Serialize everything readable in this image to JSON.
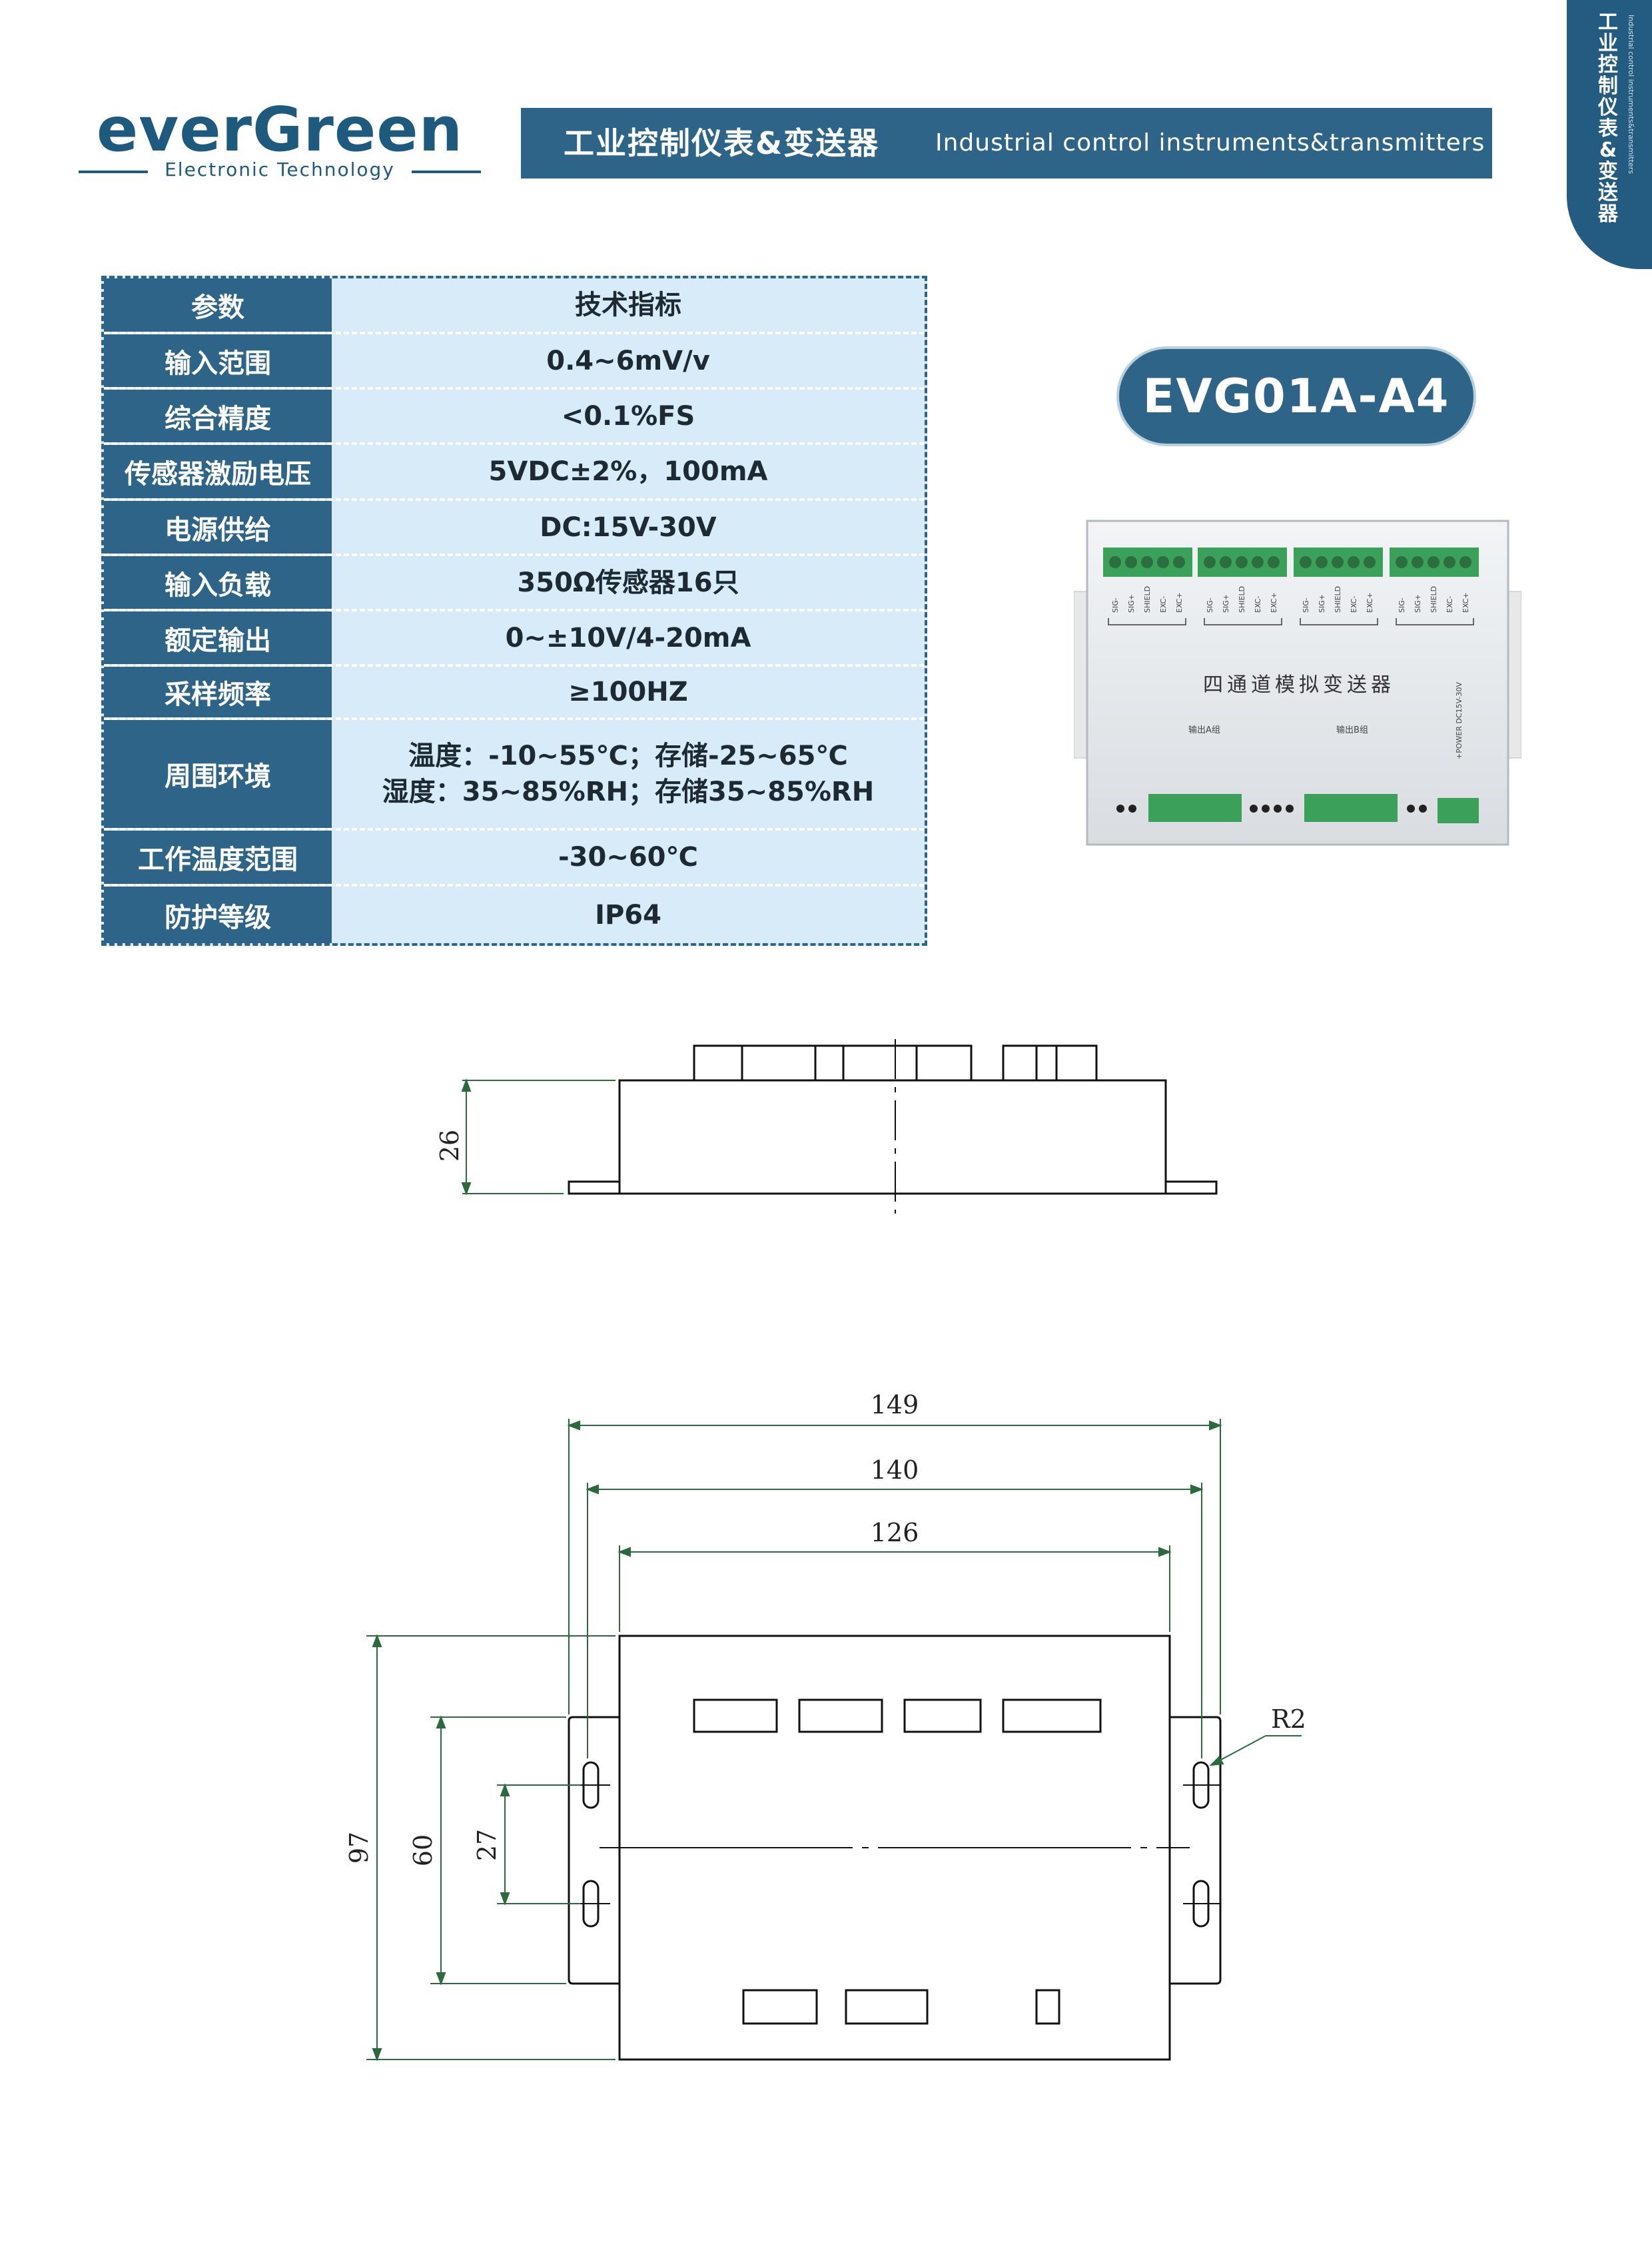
{
  "header": {
    "logo_word": "everGreen",
    "logo_sub": "Electronic Technology",
    "banner_cn": "工业控制仪表&变送器",
    "banner_en": "Industrial control instruments&transmitters",
    "side_cn": "工业控制仪表&变送器",
    "side_en": "Industrial control instruments&transmitters"
  },
  "model": "EVG01A-A4",
  "spec_table": {
    "header": {
      "param": "参数",
      "value": "技术指标"
    },
    "rows": [
      {
        "param": "输入范围",
        "value": "0.4~6mV/v"
      },
      {
        "param": "综合精度",
        "value": "<0.1%FS"
      },
      {
        "param": "传感器激励电压",
        "value": "5VDC±2%，100mA"
      },
      {
        "param": "电源供给",
        "value": "DC:15V-30V"
      },
      {
        "param": "输入负载",
        "value": "350Ω传感器16只"
      },
      {
        "param": "额定输出",
        "value": "0~±10V/4-20mA"
      },
      {
        "param": "采样频率",
        "value": "≥100HZ"
      },
      {
        "param": "周围环境",
        "value": "温度：-10~55℃；存储-25~65℃",
        "value2": "湿度：35~85%RH；存储35~85%RH"
      },
      {
        "param": "工作温度范围",
        "value": "-30~60℃"
      },
      {
        "param": "防护等级",
        "value": "IP64"
      }
    ]
  },
  "product": {
    "title": "四通道模拟变送器",
    "terminal_labels": [
      "SIG-",
      "SIG+",
      "SHIELD",
      "EXC-",
      "EXC+"
    ],
    "output_a": "输出A组",
    "output_b": "输出B组",
    "power_label": "+POWER DC15V-30V"
  },
  "dimensions": {
    "height": "26",
    "width_outer": "149",
    "width_mid": "140",
    "width_body": "126",
    "depth": "97",
    "hole_span": "60",
    "slot_span": "27",
    "radius": "R2"
  },
  "colors": {
    "brand": "#2d6487",
    "table_bg": "#d7ecf8",
    "terminal": "#3aa05a"
  }
}
